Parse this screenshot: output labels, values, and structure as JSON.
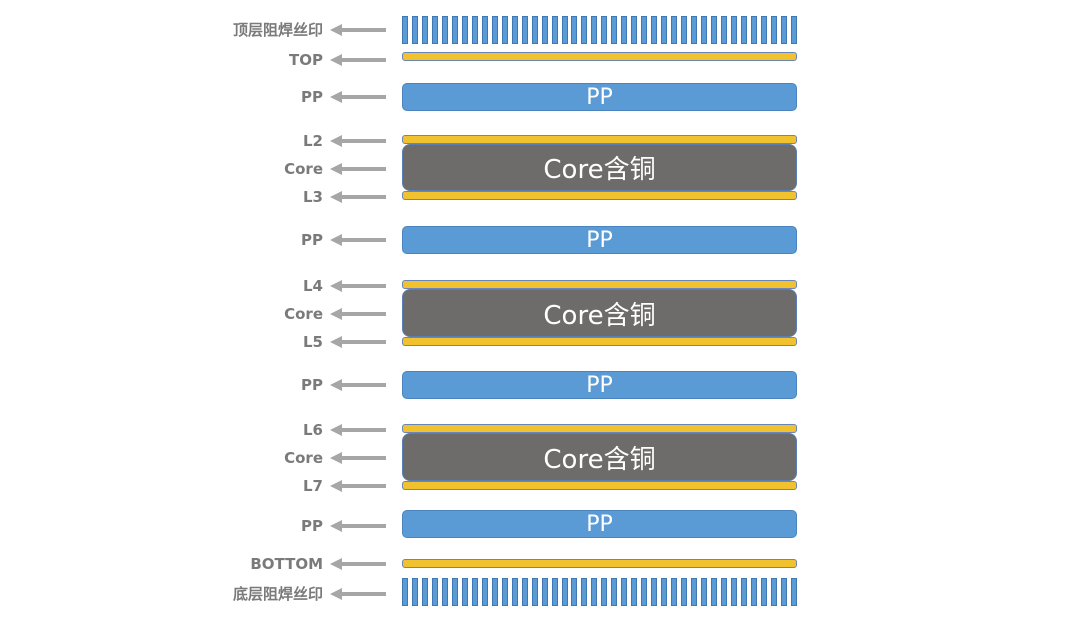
{
  "layers": {
    "top_silkscreen": "顶层阻焊丝印",
    "top": "TOP",
    "pp1": "PP",
    "l2": "L2",
    "core1": "Core",
    "l3": "L3",
    "pp2": "PP",
    "l4": "L4",
    "core2": "Core",
    "l5": "L5",
    "pp3": "PP",
    "l6": "L6",
    "core3": "Core",
    "l7": "L7",
    "pp4": "PP",
    "bottom": "BOTTOM",
    "bottom_silkscreen": "底层阻焊丝印"
  },
  "bars": {
    "pp_text": "PP",
    "core_text": "Core含铜"
  },
  "colors": {
    "copper": "#f2c12e",
    "prepreg": "#5b9bd5",
    "core": "#6e6c6b",
    "label": "#7a7a7a",
    "arrow": "#a6a6a6"
  },
  "icons": {
    "pointer": "arrow-left-icon"
  }
}
